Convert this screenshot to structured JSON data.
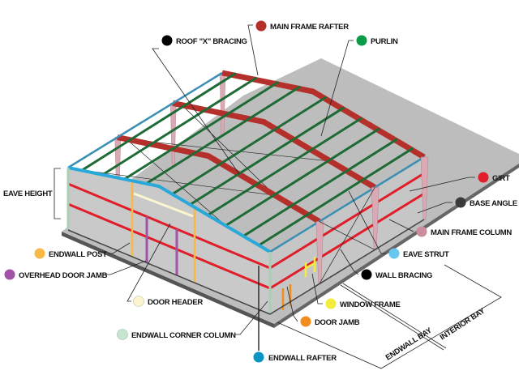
{
  "diagram": {
    "labels": {
      "main_frame_rafter": {
        "text": "MAIN FRAME RAFTER",
        "color": "#b5302a"
      },
      "roof_x_bracing": {
        "text": "ROOF \"X\" BRACING",
        "color": "#000000"
      },
      "purlin": {
        "text": "PURLIN",
        "color": "#0a9a48"
      },
      "girt": {
        "text": "GIRT",
        "color": "#e01e2a"
      },
      "base_angle": {
        "text": "BASE ANGLE",
        "color": "#3a3a3a"
      },
      "main_frame_column": {
        "text": "MAIN FRAME COLUMN",
        "color": "#c98d9c"
      },
      "eave_strut": {
        "text": "EAVE STRUT",
        "color": "#66c8ef"
      },
      "wall_bracing": {
        "text": "WALL BRACING",
        "color": "#000000"
      },
      "window_frame": {
        "text": "WINDOW FRAME",
        "color": "#f4ec3c"
      },
      "door_jamb": {
        "text": "DOOR JAMB",
        "color": "#f28c1c"
      },
      "endwall_rafter": {
        "text": "ENDWALL RAFTER",
        "color": "#0c94c4"
      },
      "endwall_corner_column": {
        "text": "ENDWALL CORNER COLUMN",
        "color": "#c8e6cf"
      },
      "door_header": {
        "text": "DOOR HEADER",
        "color": "#fbf6cf"
      },
      "endwall_post": {
        "text": "ENDWALL POST",
        "color": "#f7b846"
      },
      "overhead_door_jamb": {
        "text": "OVERHEAD DOOR JAMB",
        "color": "#a152a6"
      },
      "eave_height": {
        "text": "EAVE HEIGHT"
      }
    },
    "bays": {
      "endwall_bay": "ENDWALL BAY",
      "interior_bay": "INTERIOR BAY"
    }
  }
}
